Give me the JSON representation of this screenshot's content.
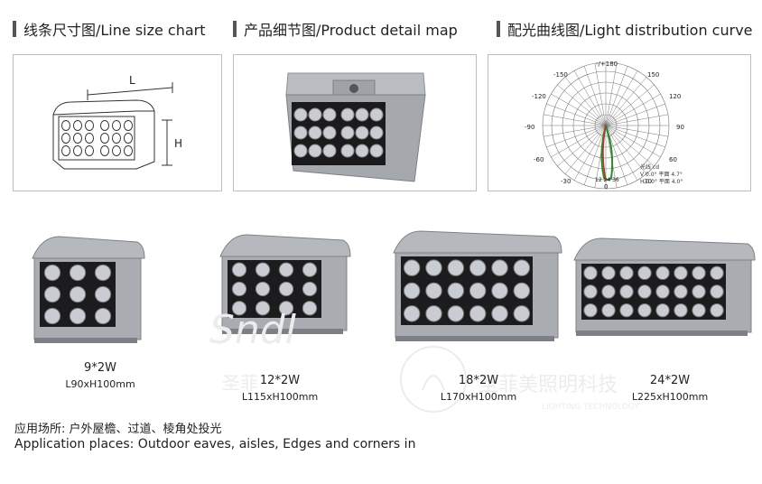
{
  "headers": {
    "line_size": "线条尺寸图/Line size chart",
    "product_detail": "产品细节图/Product detail map",
    "light_distribution": "配光曲线图/Light distribution curve"
  },
  "line_chart": {
    "length_label": "L",
    "height_label": "H"
  },
  "polar": {
    "top_label": "-/+180",
    "left_labels": [
      "-150",
      "-120",
      "-90",
      "-60",
      "-30"
    ],
    "right_labels": [
      "150",
      "120",
      "90",
      "60",
      "30"
    ],
    "bottom_label": "0",
    "legend": [
      "光线 cd",
      "V 0.0°  平面 4.7°",
      "H 0.0°  平面 4.0°"
    ],
    "bottom_values": "12 24 36"
  },
  "products": [
    {
      "model": "9*2W",
      "dims": "L90xH100mm"
    },
    {
      "model": "12*2W",
      "dims": "L115xH100mm"
    },
    {
      "model": "18*2W",
      "dims": "L170xH100mm"
    },
    {
      "model": "24*2W",
      "dims": "L225xH100mm"
    }
  ],
  "application": {
    "cn": "应用场所:  户外屋檐、过道、棱角处投光",
    "en": "Application places: Outdoor eaves, aisles, Edges and corners in"
  },
  "watermark": {
    "brand": "Sndl",
    "cn": "圣菲美照明科技",
    "en": "LIGHTING TECHNOLOGY"
  },
  "colors": {
    "housing": "#a9adb2",
    "housing_dark": "#7c8086",
    "face": "#1c1c1f",
    "lens": "#c9ccd2"
  }
}
